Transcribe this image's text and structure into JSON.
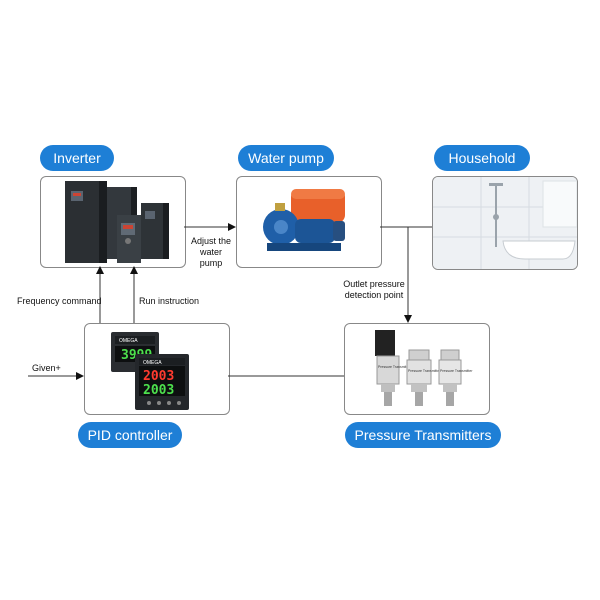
{
  "nodes": {
    "inverter": "Inverter",
    "water_pump": "Water pump",
    "household": "Household",
    "pid_controller": "PID controller",
    "pressure_transmitters": "Pressure Transmitters"
  },
  "edges": {
    "adjust_pump_line1": "Adjust the",
    "adjust_pump_line2": "water pump",
    "frequency_command": "Frequency command",
    "run_instruction": "Run instruction",
    "outlet_line1": "Outlet pressure",
    "outlet_line2": "detection point",
    "given": "Given+"
  },
  "pid_display": {
    "top_value": "3999",
    "upper_value": "2003",
    "lower_value": "2003",
    "brand": "OMEGA"
  },
  "transmitter_label": "Pressure Transmitter",
  "colors": {
    "accent": "#1e7fd6",
    "box_border": "#888888",
    "line": "#333333"
  }
}
